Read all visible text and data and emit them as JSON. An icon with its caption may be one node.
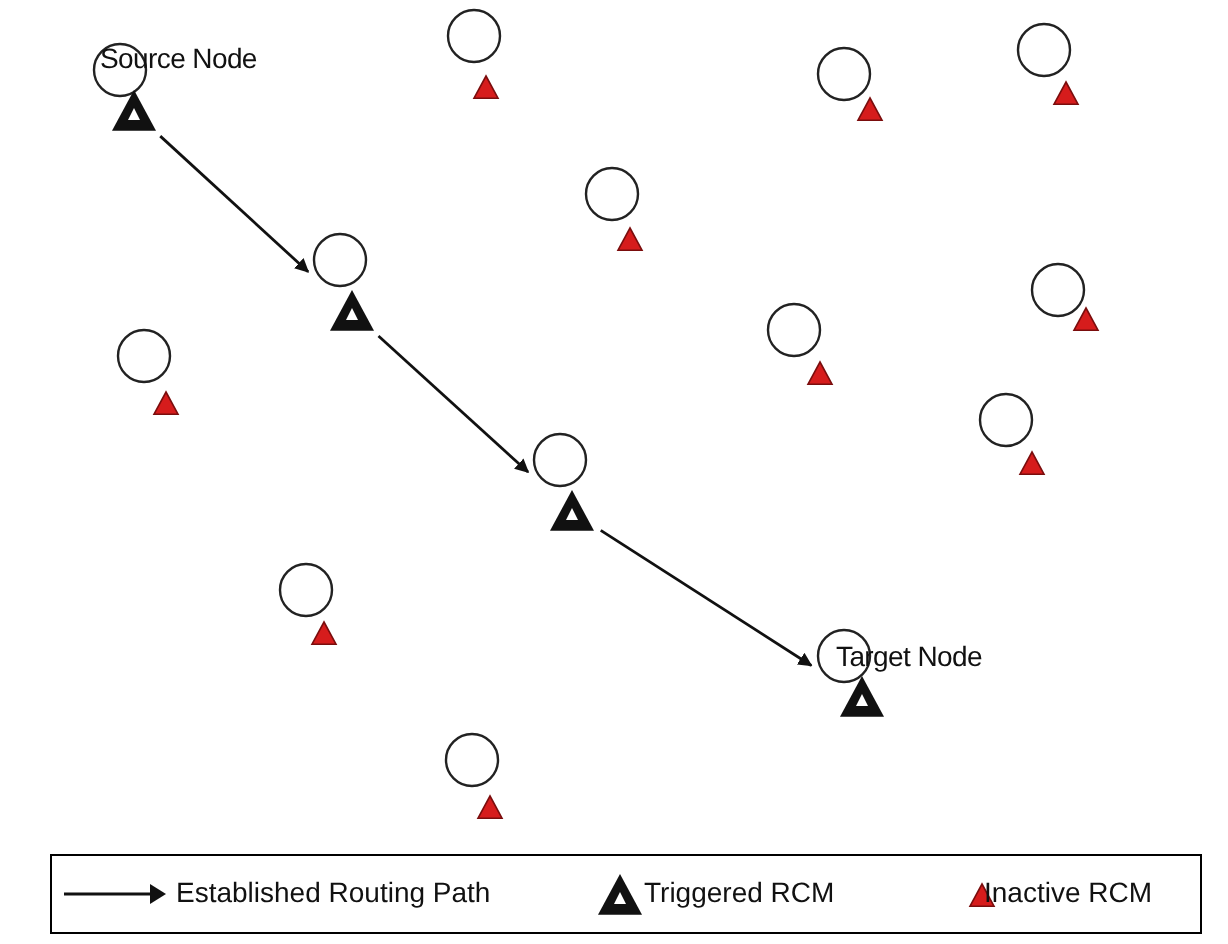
{
  "diagram": {
    "nodes": [
      {
        "text": [
          "Source Node"
        ]
      },
      {
        "text": [],
        "shape": "circle"
      },
      {
        "text": [],
        "shape": "circle"
      },
      {
        "text": [
          "Target Node"
        ]
      },
      {
        "text": [],
        "shape": "circle"
      },
      {
        "text": [],
        "shape": "circle"
      },
      {
        "text": [],
        "shape": "circle"
      },
      {
        "text": [],
        "shape": "circle"
      },
      {
        "text": [],
        "shape": "circle"
      },
      {
        "text": [],
        "shape": "circle"
      },
      {
        "text": [],
        "shape": "circle"
      },
      {
        "text": [],
        "shape": "circle"
      },
      {
        "text": [],
        "shape": "circle"
      },
      {
        "text": [],
        "shape": "circle"
      }
    ],
    "edges": [
      {
        "from": 0,
        "to": 1,
        "arrow": "to"
      },
      {
        "from": 1,
        "to": 2,
        "arrow": "to"
      },
      {
        "from": 2,
        "to": 3,
        "arrow": "to"
      }
    ],
    "legend": [
      {
        "text": "Established Routing Path"
      },
      {
        "text": "Triggered RCM"
      },
      {
        "text": "Inactive RCM"
      }
    ]
  }
}
